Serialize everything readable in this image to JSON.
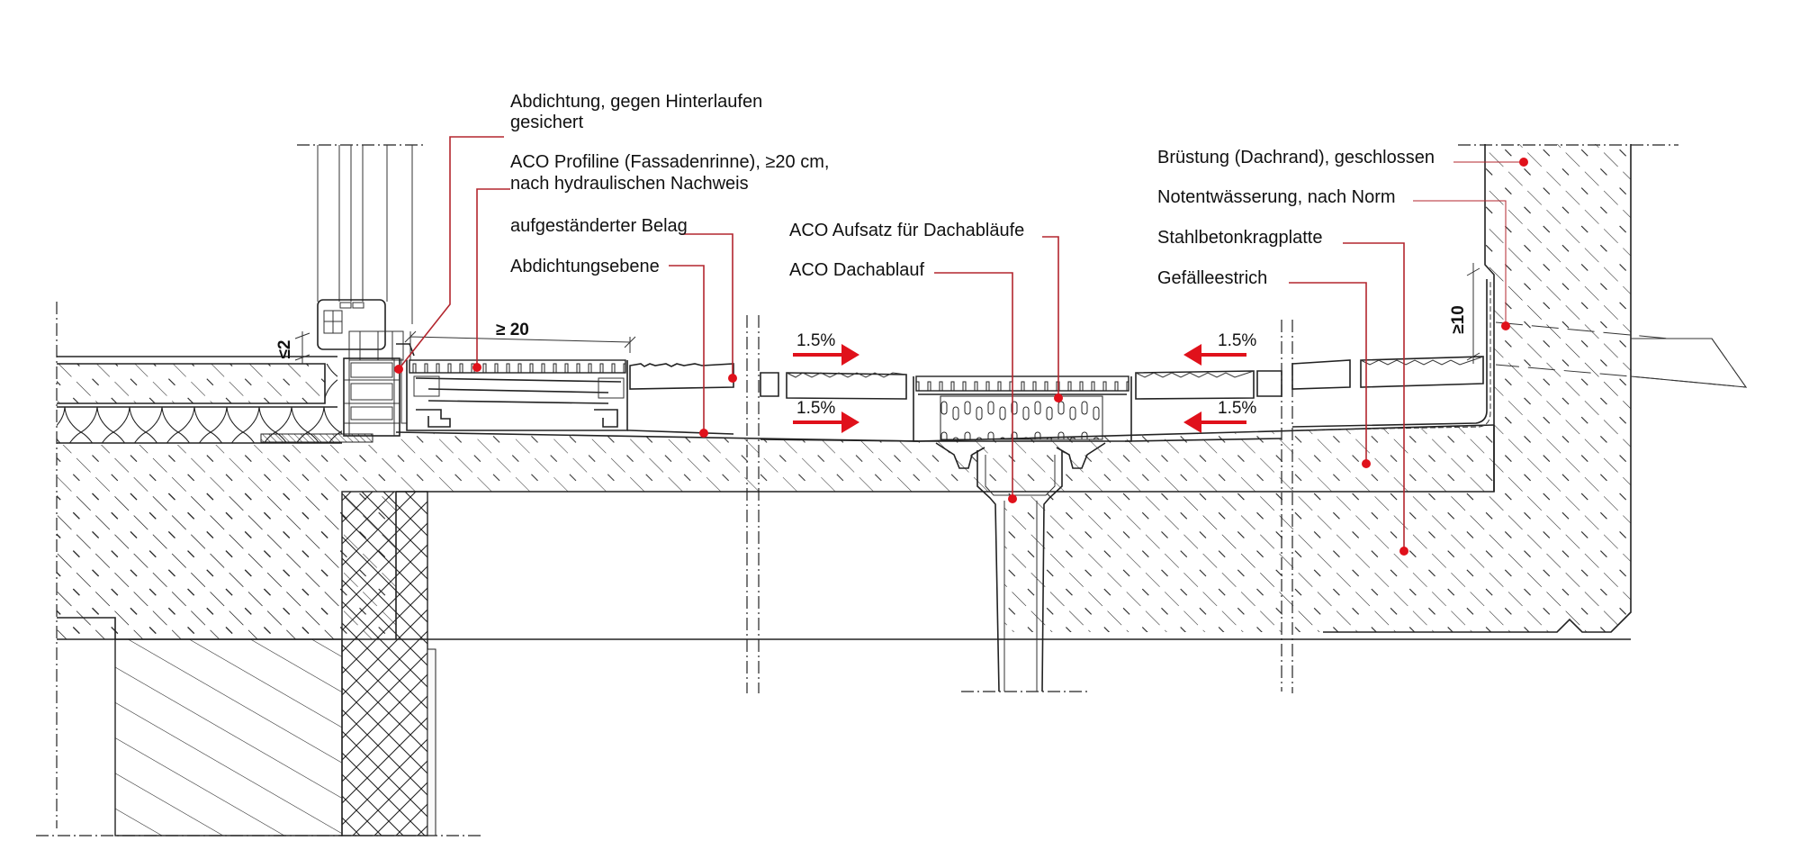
{
  "labels": {
    "abdichtung_hinterlaufen_line1": "Abdichtung, gegen Hinterlaufen",
    "abdichtung_hinterlaufen_line2": "gesichert",
    "aco_profiline_line1": "ACO Profiline (Fassadenrinne), ≥20 cm,",
    "aco_profiline_line2": "nach hydraulischen Nachweis",
    "aufgestaenderter_belag": "aufgeständerter Belag",
    "abdichtungsebene": "Abdichtungsebene",
    "aco_aufsatz": "ACO Aufsatz für Dachabläufe",
    "aco_dachablauf": "ACO Dachablauf",
    "bruestung": "Brüstung (Dachrand), geschlossen",
    "notentwaesserung": "Notentwässerung, nach Norm",
    "stahlbetonkragplatte": "Stahlbetonkragplatte",
    "gefaelleestrich": "Gefälleestrich"
  },
  "dimensions": {
    "door_threshold": "≤2",
    "gutter_width": "≥ 20",
    "parapet_upstand": "≥10"
  },
  "slopes": {
    "left_upper": "1.5%",
    "left_lower": "1.5%",
    "right_upper": "1.5%",
    "right_lower": "1.5%"
  },
  "colors": {
    "leader": "#b3262e",
    "marker": "#e0111b",
    "linework": "#222222",
    "background": "#ffffff"
  }
}
